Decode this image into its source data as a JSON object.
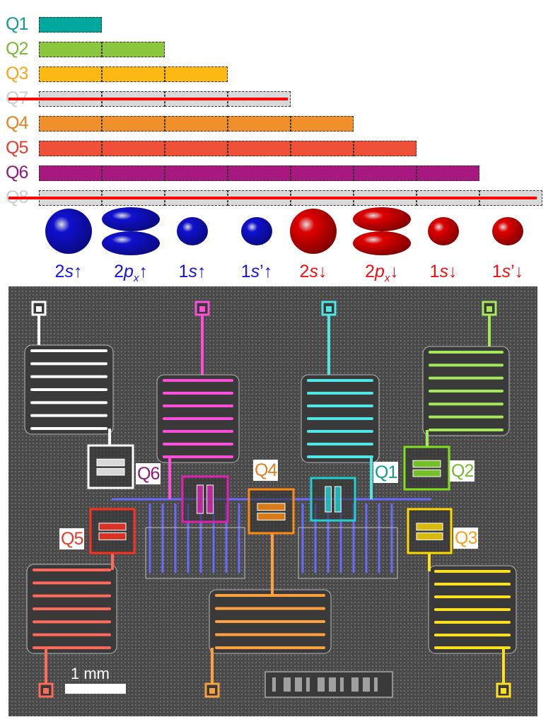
{
  "bars": [
    {
      "label": "Q1",
      "color": "#00a79d",
      "text_color": "#149a8f",
      "cells": 1,
      "crossed": false
    },
    {
      "label": "Q2",
      "color": "#8cc63f",
      "text_color": "#7ab733",
      "cells": 2,
      "crossed": false
    },
    {
      "label": "Q3",
      "color": "#fdb913",
      "text_color": "#f7a71c",
      "cells": 3,
      "crossed": false
    },
    {
      "label": "Q7",
      "color": "#d9d9d9",
      "text_color": "#cccccc",
      "cells": 4,
      "crossed": true
    },
    {
      "label": "Q4",
      "color": "#f0902a",
      "text_color": "#e8801f",
      "cells": 5,
      "crossed": false
    },
    {
      "label": "Q5",
      "color": "#ef5038",
      "text_color": "#e8392b",
      "cells": 6,
      "crossed": false
    },
    {
      "label": "Q6",
      "color": "#a8197f",
      "text_color": "#8b1a7a",
      "cells": 7,
      "crossed": false
    },
    {
      "label": "Q8",
      "color": "#d9d9d9",
      "text_color": "#cccccc",
      "cells": 8,
      "crossed": true
    }
  ],
  "orbitals": [
    {
      "num": "2",
      "letter": "s",
      "sub": "",
      "prime": "",
      "arrow": "↑",
      "color": "#1010d0",
      "shade": "#0a0a80",
      "shape": "s-large"
    },
    {
      "num": "2",
      "letter": "p",
      "sub": "x",
      "prime": "",
      "arrow": "↑",
      "color": "#1010d0",
      "shade": "#0a0a80",
      "shape": "p"
    },
    {
      "num": "1",
      "letter": "s",
      "sub": "",
      "prime": "",
      "arrow": "↑",
      "color": "#1010d0",
      "shade": "#0a0a80",
      "shape": "s-small"
    },
    {
      "num": "1",
      "letter": "s",
      "sub": "",
      "prime": "’",
      "arrow": "↑",
      "color": "#1010d0",
      "shade": "#0a0a80",
      "shape": "s-small"
    },
    {
      "num": "2",
      "letter": "s",
      "sub": "",
      "prime": "",
      "arrow": "↓",
      "color": "#e00000",
      "shade": "#800000",
      "shape": "s-large"
    },
    {
      "num": "2",
      "letter": "p",
      "sub": "x",
      "prime": "",
      "arrow": "↓",
      "color": "#e00000",
      "shade": "#800000",
      "shape": "p"
    },
    {
      "num": "1",
      "letter": "s",
      "sub": "",
      "prime": "",
      "arrow": "↓",
      "color": "#e00000",
      "shade": "#800000",
      "shape": "s-small"
    },
    {
      "num": "1",
      "letter": "s",
      "sub": "",
      "prime": "’",
      "arrow": "↓",
      "color": "#e00000",
      "shade": "#800000",
      "shape": "s-small"
    }
  ],
  "chip": {
    "scale_bar": "1 mm",
    "qubit_labels": [
      {
        "text": "Q6",
        "color": "#8b1a7a"
      },
      {
        "text": "Q4",
        "color": "#e8801f"
      },
      {
        "text": "Q1",
        "color": "#149a8f"
      },
      {
        "text": "Q2",
        "color": "#7ab733"
      },
      {
        "text": "Q5",
        "color": "#e8392b"
      },
      {
        "text": "Q3",
        "color": "#f7a01c"
      }
    ],
    "colors": {
      "white": "#ffffff",
      "magenta": "#ff4fd8",
      "cyan": "#4fe6e6",
      "green": "#a6e85a",
      "red": "#ff6a5a",
      "orange": "#ffa040",
      "yellow": "#ffe020",
      "bus": "#6a6aff"
    }
  }
}
